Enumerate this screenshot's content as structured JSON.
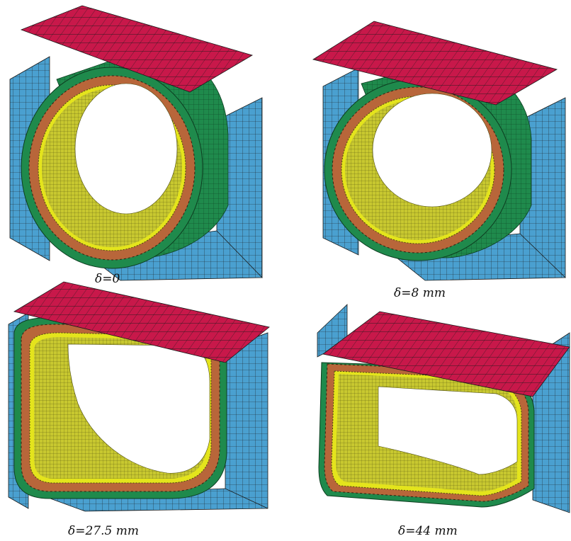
{
  "captions": {
    "panel_1": "δ=0",
    "panel_2": "δ=8 mm",
    "panel_3": "δ=27.5 mm",
    "panel_4": "δ=44 mm"
  },
  "colors": {
    "top_plate": "#c8184a",
    "side_plate": "#4aa0d0",
    "outer_ring": "#1f8a4c",
    "middle_layer": "#b8663a",
    "inner_ring": "#e4e41c",
    "inner_surface": "#c8c830",
    "mesh_line": "#1a1a1a"
  },
  "panels": [
    {
      "id": "panel_1",
      "deflection_mm": 0
    },
    {
      "id": "panel_2",
      "deflection_mm": 8
    },
    {
      "id": "panel_3",
      "deflection_mm": 27.5
    },
    {
      "id": "panel_4",
      "deflection_mm": 44
    }
  ]
}
